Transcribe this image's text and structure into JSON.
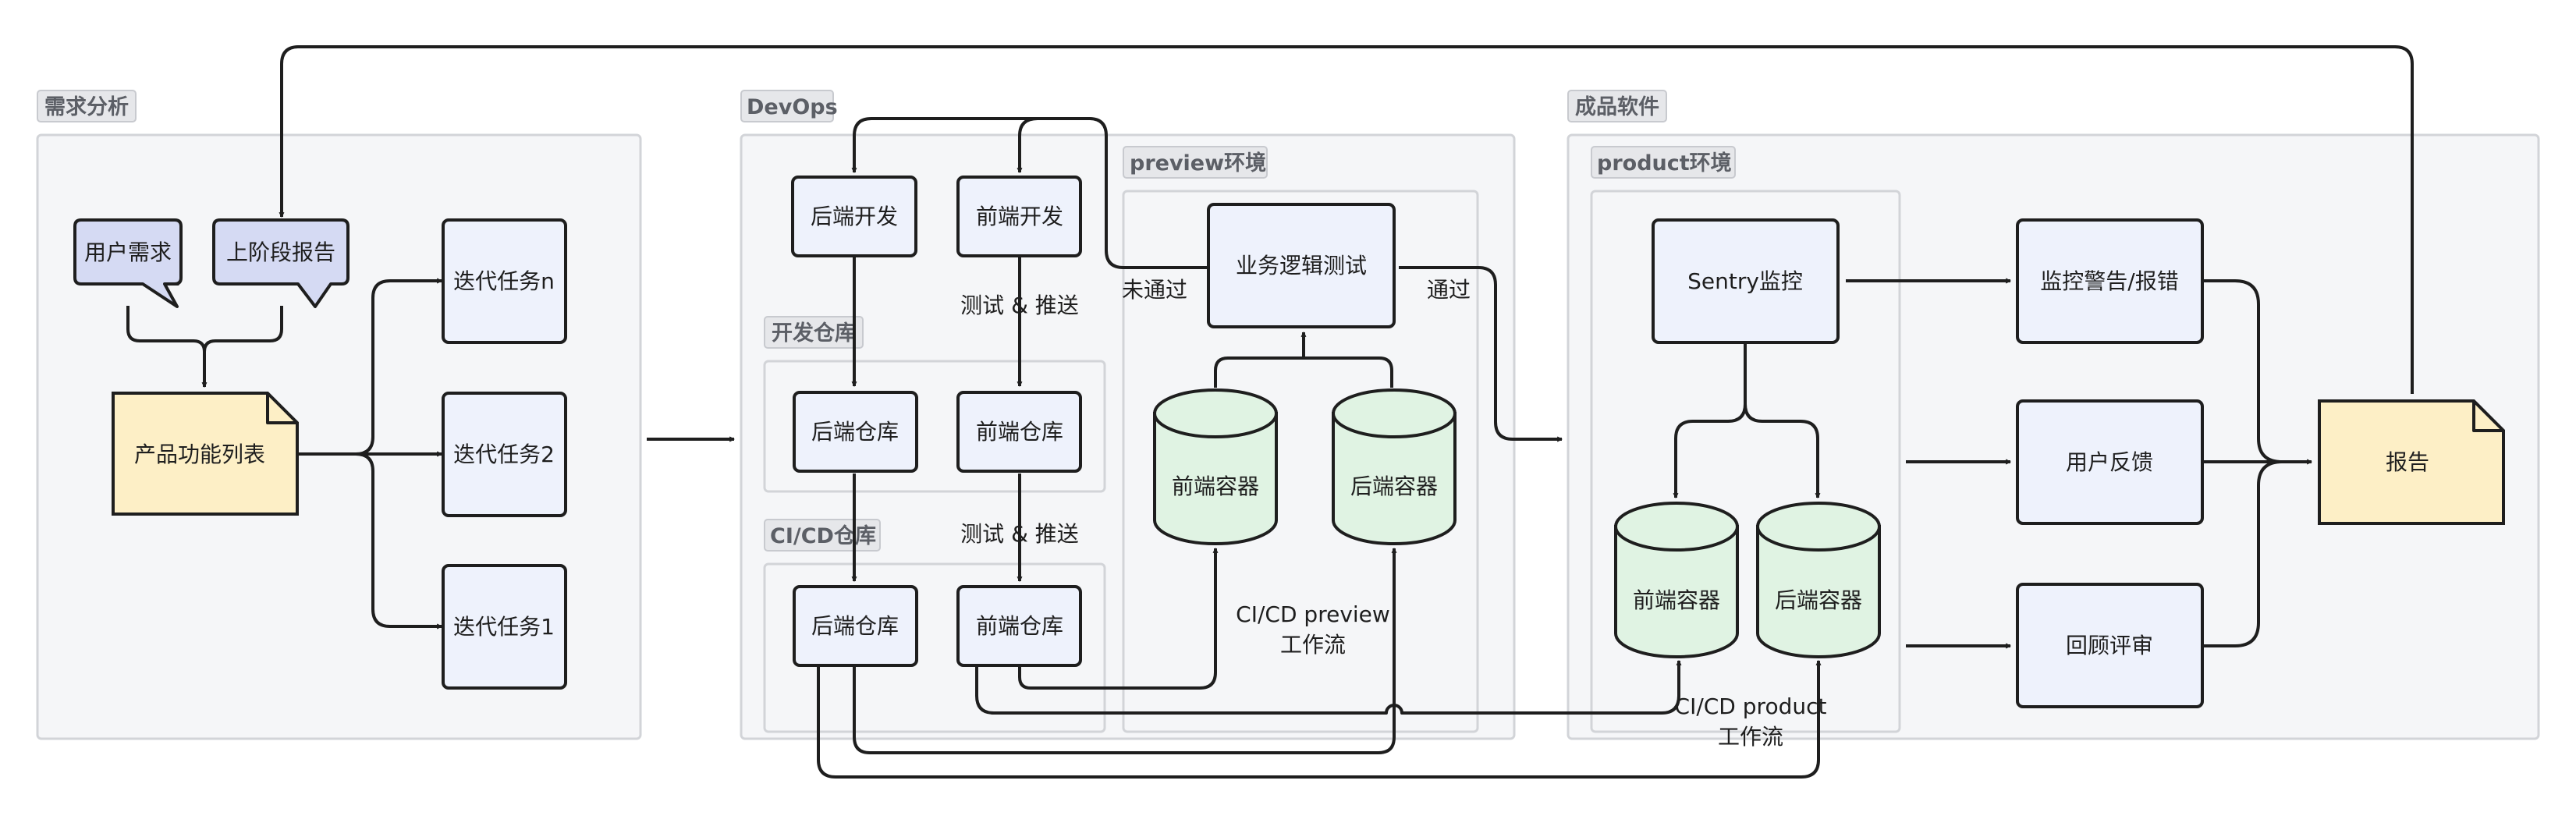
{
  "groups": {
    "requirements": "需求分析",
    "devops": "DevOps",
    "product_software": "成品软件"
  },
  "subgroups": {
    "dev_repo": "开发仓库",
    "cicd_repo": "CI/CD仓库",
    "preview_env": "preview环境",
    "product_env": "product环境"
  },
  "requirements": {
    "user_needs": "用户需求",
    "prev_report": "上阶段报告",
    "feature_list": "产品功能列表",
    "task_n": "迭代任务n",
    "task_2": "迭代任务2",
    "task_1": "迭代任务1"
  },
  "devops": {
    "backend_dev": "后端开发",
    "frontend_dev": "前端开发",
    "backend_repo_dev": "后端仓库",
    "frontend_repo_dev": "前端仓库",
    "backend_repo_cicd": "后端仓库",
    "frontend_repo_cicd": "前端仓库",
    "test_push_1": "测试 & 推送",
    "test_push_2": "测试 & 推送"
  },
  "preview": {
    "logic_test": "业务逻辑测试",
    "fail_label": "未通过",
    "pass_label": "通过",
    "frontend_container": "前端容器",
    "backend_container": "后端容器",
    "workflow_line1": "CI/CD preview",
    "workflow_line2": "工作流"
  },
  "product": {
    "sentry": "Sentry监控",
    "frontend_container": "前端容器",
    "backend_container": "后端容器",
    "workflow_line1": "CI/CD product",
    "workflow_line2": "工作流",
    "alerts": "监控警告/报错",
    "feedback": "用户反馈",
    "review": "回顾评审",
    "report": "报告"
  },
  "colors": {
    "panel_fill": "#f5f6f8",
    "box_fill": "#eef2fc",
    "note_fill": "#fdefc6",
    "bubble_fill": "#d5daf3",
    "container_fill": "#e0f3e3",
    "stroke": "#1e1e1e"
  }
}
